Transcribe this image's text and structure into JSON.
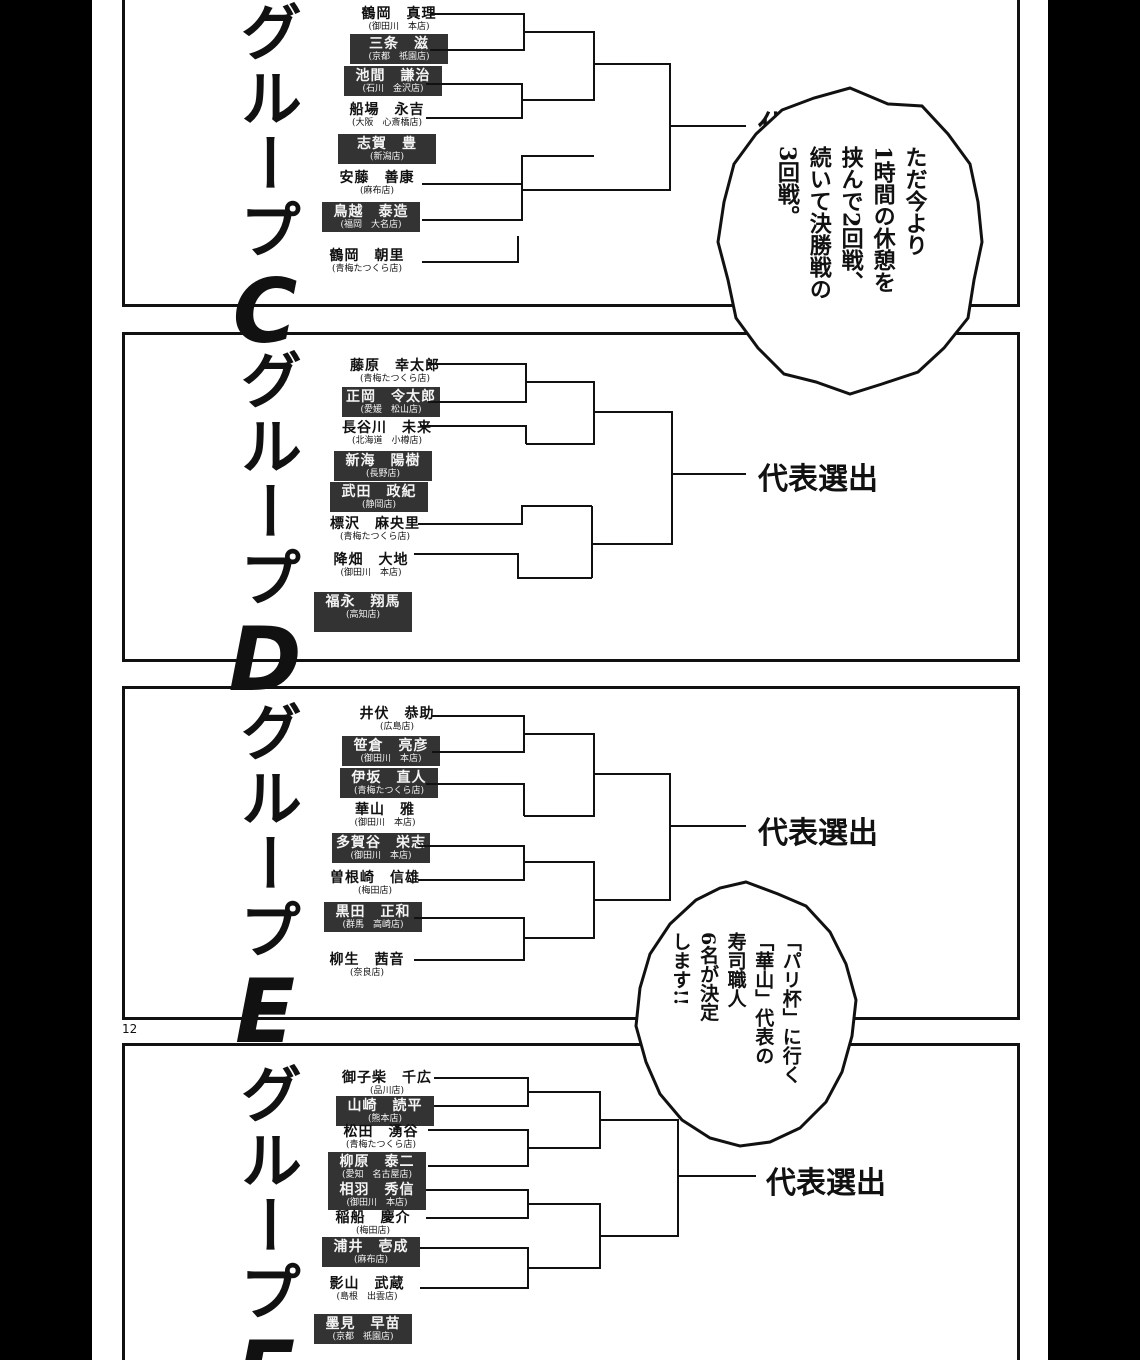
{
  "page_number": "12",
  "representative_label": "代表選出",
  "groups": [
    {
      "title": "グループ",
      "letter": "C",
      "entries": [
        {
          "name": "鶴岡　真理",
          "shop": "(御田川　本店)",
          "highlight": false
        },
        {
          "name": "三条　滋",
          "shop": "(京都　祇園店)",
          "highlight": true
        },
        {
          "name": "池間　謙治",
          "shop": "(石川　金沢店)",
          "highlight": true
        },
        {
          "name": "船場　永吉",
          "shop": "(大阪　心斎橋店)",
          "highlight": false
        },
        {
          "name": "志賀　豊",
          "shop": "(新潟店)",
          "highlight": true
        },
        {
          "name": "安藤　善康",
          "shop": "(麻布店)",
          "highlight": false
        },
        {
          "name": "鳥越　泰造",
          "shop": "(福岡　大名店)",
          "highlight": true
        },
        {
          "name": "鶴岡　朝里",
          "shop": "(青梅たつくら店)",
          "highlight": false
        }
      ]
    },
    {
      "title": "グループ",
      "letter": "D",
      "entries": [
        {
          "name": "藤原　幸太郎",
          "shop": "(青梅たつくら店)",
          "highlight": false
        },
        {
          "name": "正岡　令太郎",
          "shop": "(愛媛　松山店)",
          "highlight": true
        },
        {
          "name": "長谷川　未来",
          "shop": "(北海道　小樽店)",
          "highlight": false
        },
        {
          "name": "新海　陽樹",
          "shop": "(長野店)",
          "highlight": true
        },
        {
          "name": "武田　政紀",
          "shop": "(静岡店)",
          "highlight": true
        },
        {
          "name": "標沢　麻央里",
          "shop": "(青梅たつくら店)",
          "highlight": false
        },
        {
          "name": "降畑　大地",
          "shop": "(御田川　本店)",
          "highlight": false
        },
        {
          "name": "福永　翔馬",
          "shop": "(高知店)",
          "highlight": true
        }
      ]
    },
    {
      "title": "グループ",
      "letter": "E",
      "entries": [
        {
          "name": "井伏　恭助",
          "shop": "(広島店)",
          "highlight": false
        },
        {
          "name": "笹倉　亮彦",
          "shop": "(御田川　本店)",
          "highlight": true
        },
        {
          "name": "伊坂　直人",
          "shop": "(青梅たつくら店)",
          "highlight": true
        },
        {
          "name": "華山　雅",
          "shop": "(御田川　本店)",
          "highlight": false
        },
        {
          "name": "多賀谷　栄志",
          "shop": "(御田川　本店)",
          "highlight": true
        },
        {
          "name": "曽根崎　信雄",
          "shop": "(梅田店)",
          "highlight": false
        },
        {
          "name": "黒田　正和",
          "shop": "(群馬　高崎店)",
          "highlight": true
        },
        {
          "name": "柳生　茜音",
          "shop": "(奈良店)",
          "highlight": false
        }
      ]
    },
    {
      "title": "グループ",
      "letter": "F",
      "entries": [
        {
          "name": "御子柴　千広",
          "shop": "(品川店)",
          "highlight": false
        },
        {
          "name": "山崎　読平",
          "shop": "(熊本店)",
          "highlight": true
        },
        {
          "name": "松田　湧谷",
          "shop": "(青梅たつくら店)",
          "highlight": false
        },
        {
          "name": "柳原　泰二",
          "shop": "(愛知　名古屋店)",
          "highlight": true
        },
        {
          "name": "相羽　秀信",
          "shop": "(御田川　本店)",
          "highlight": true
        },
        {
          "name": "稲船　慶介",
          "shop": "(梅田店)",
          "highlight": false
        },
        {
          "name": "浦井　壱成",
          "shop": "(麻布店)",
          "highlight": true
        },
        {
          "name": "影山　武蔵",
          "shop": "(島根　出雲店)",
          "highlight": false
        },
        {
          "name": "墨見　早苗",
          "shop": "(京都　祇園店)",
          "highlight": true
        }
      ]
    }
  ],
  "bubbles": [
    {
      "text": "ただ今より\n1時間の休憩を\n挟んで2回戦、\n続いて決勝戦の\n3回戦。"
    },
    {
      "text": "「パリ杯」に行く\n「華山」代表の\n寿司職人\n6名が決定\nします!!"
    }
  ]
}
